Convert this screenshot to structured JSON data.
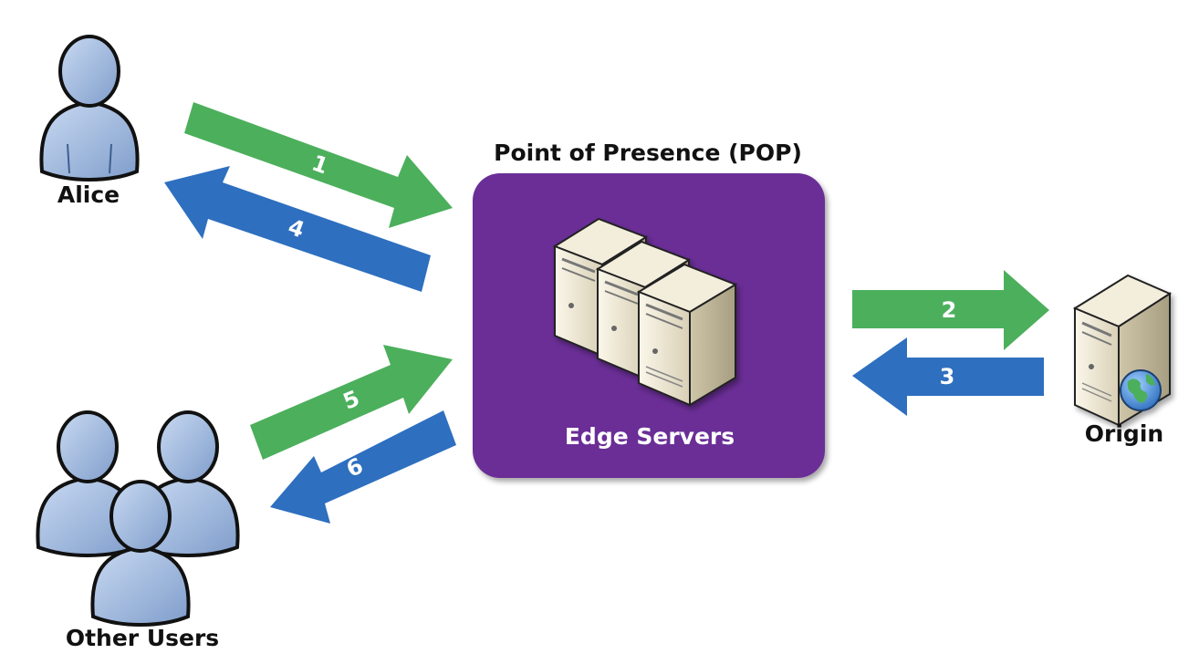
{
  "labels": {
    "alice": "Alice",
    "other_users": "Other Users",
    "pop_title": "Point of Presence (POP)",
    "edge_servers": "Edge Servers",
    "origin": "Origin"
  },
  "arrows": [
    {
      "id": "1",
      "label": "1",
      "color": "#4caf5c"
    },
    {
      "id": "2",
      "label": "2",
      "color": "#4caf5c"
    },
    {
      "id": "3",
      "label": "3",
      "color": "#2e6fbf"
    },
    {
      "id": "4",
      "label": "4",
      "color": "#2e6fbf"
    },
    {
      "id": "5",
      "label": "5",
      "color": "#4caf5c"
    },
    {
      "id": "6",
      "label": "6",
      "color": "#2e6fbf"
    }
  ],
  "colors": {
    "request": "#4caf5c",
    "response": "#2e6fbf",
    "pop_box": "#6a2d96",
    "person_fill": "#a9c1e4",
    "server_fill": "#efe8d4"
  },
  "icons": {
    "alice": "person-icon",
    "other_users": "people-group-icon",
    "edge_servers": "server-stack-icon",
    "origin": "server-globe-icon"
  }
}
